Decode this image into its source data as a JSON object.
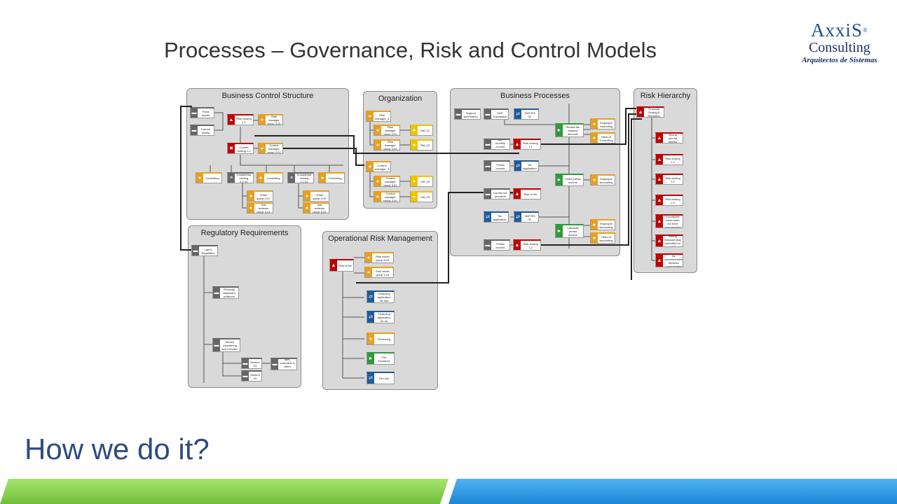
{
  "slide": {
    "title": "Processes – Governance, Risk and Control Models",
    "subheading": "How we do it?"
  },
  "logo": {
    "name": "AxxiS",
    "registered": "®",
    "line2": "Consulting",
    "tagline": "Arquitectos de Sistemas"
  },
  "colors": {
    "panel": "#d9d9d9",
    "risk": "#c00000",
    "role": "#e8a020",
    "org_unit": "#f2c200",
    "system": "#1f5c99",
    "function": "#2e9a3a",
    "object": "#666666",
    "title_text": "#333333",
    "subheading_text": "#2e4a80",
    "bar_left": "#7cc443",
    "bar_right": "#2a92dd"
  },
  "panels": {
    "business_control": {
      "title": "Business Control Structure",
      "nodes": [
        {
          "label": "Fixed assets",
          "color": "grey",
          "icon": "document-icon"
        },
        {
          "label": "Current assets",
          "color": "grey",
          "icon": "document-icon"
        },
        {
          "label": "Risk closing 1.1",
          "color": "red",
          "icon": "warning-icon"
        },
        {
          "label": "Risk manager group 3.01",
          "color": "orange",
          "icon": "person-icon"
        },
        {
          "label": "Control closing 1.1",
          "color": "red",
          "icon": "control-icon"
        },
        {
          "label": "Control manager group 3.01",
          "color": "orange",
          "icon": "person-icon"
        },
        {
          "label": "Controlling",
          "color": "orange",
          "icon": "person-icon"
        },
        {
          "label": "Testaktivitat closing 1.1.01",
          "color": "grey",
          "icon": "list-icon"
        },
        {
          "label": "Controlling",
          "color": "orange",
          "icon": "person-icon"
        },
        {
          "label": "Testaktivitat closing 1.1.02",
          "color": "grey",
          "icon": "list-icon"
        },
        {
          "label": "Controlling",
          "color": "orange",
          "icon": "person-icon"
        },
        {
          "label": "Tester group 3.01",
          "color": "orange",
          "icon": "person-icon"
        },
        {
          "label": "Test reviewer group 3.01",
          "color": "orange",
          "icon": "person-icon"
        },
        {
          "label": "Tester group 3.02",
          "color": "orange",
          "icon": "person-icon"
        },
        {
          "label": "Test reviewer group 3.02",
          "color": "orange",
          "icon": "person-icon"
        }
      ]
    },
    "organization": {
      "title": "Organization",
      "nodes": [
        {
          "label": "Risk manager_3",
          "color": "orange",
          "icon": "person-icon"
        },
        {
          "label": "Risk manager group 3.01",
          "color": "orange",
          "icon": "person-icon"
        },
        {
          "label": "RM_01",
          "color": "yellow",
          "icon": "person-icon"
        },
        {
          "label": "Risk manager group 3.02",
          "color": "orange",
          "icon": "person-icon"
        },
        {
          "label": "RM_02",
          "color": "yellow",
          "icon": "person-icon"
        },
        {
          "label": "Control manager_3",
          "color": "orange",
          "icon": "person-icon"
        },
        {
          "label": "Control manager group 3.01",
          "color": "orange",
          "icon": "person-icon"
        },
        {
          "label": "CM_03",
          "color": "yellow",
          "icon": "person-icon"
        },
        {
          "label": "Control manager group 3.02",
          "color": "orange",
          "icon": "person-icon"
        },
        {
          "label": "CM_04",
          "color": "yellow",
          "icon": "person-icon"
        }
      ]
    },
    "business_processes": {
      "title": "Business Processes",
      "nodes": [
        {
          "label": "Support information",
          "color": "grey",
          "icon": "document-icon"
        },
        {
          "label": "SAP Transaktion",
          "color": "grey",
          "icon": "document-icon"
        },
        {
          "label": "SAP R/3 GL",
          "color": "blue",
          "icon": "system-icon"
        },
        {
          "label": "Review the balance amounts",
          "color": "green",
          "icon": "function-icon"
        },
        {
          "label": "Employee controlling",
          "color": "orange",
          "icon": "person-icon"
        },
        {
          "label": "Head of Controlling",
          "color": "orange",
          "icon": "person-icon"
        },
        {
          "label": "SAP monthly income statement",
          "color": "grey",
          "icon": "document-icon"
        },
        {
          "label": "Risk closing 1.1",
          "color": "red",
          "icon": "warning-icon"
        },
        {
          "label": "Pretax income",
          "color": "grey",
          "icon": "document-icon"
        },
        {
          "label": "Tax application",
          "color": "blue",
          "icon": "system-icon"
        },
        {
          "label": "Insert pretax income",
          "color": "green",
          "icon": "function-icon"
        },
        {
          "label": "Employee accounting",
          "color": "orange",
          "icon": "person-icon"
        },
        {
          "label": "Income tax provision",
          "color": "grey",
          "icon": "document-icon"
        },
        {
          "label": "Risk of fire",
          "color": "red",
          "icon": "warning-icon"
        },
        {
          "label": "Tax application",
          "color": "blue",
          "icon": "system-icon"
        },
        {
          "label": "SAP R/3 GL",
          "color": "blue",
          "icon": "system-icon"
        },
        {
          "label": "Calculate pretax income",
          "color": "green",
          "icon": "function-icon"
        },
        {
          "label": "Employee accounting",
          "color": "orange",
          "icon": "person-icon"
        },
        {
          "label": "Head of accounting",
          "color": "orange",
          "icon": "person-icon"
        },
        {
          "label": "Pretax income",
          "color": "grey",
          "icon": "document-icon"
        },
        {
          "label": "Risk closing 1.2",
          "color": "red",
          "icon": "warning-icon"
        }
      ]
    },
    "risk_hierarchy": {
      "title": "Risk Hierarchy",
      "nodes": [
        {
          "label": "Financial Closing & Reporting",
          "color": "red",
          "icon": "warning-icon"
        },
        {
          "label": "Wrong journal entries",
          "color": "red",
          "icon": "warning-icon"
        },
        {
          "label": "Risk closing 1.1",
          "color": "red",
          "icon": "warning-icon"
        },
        {
          "label": "Risk closing 1.2",
          "color": "red",
          "icon": "warning-icon"
        },
        {
          "label": "Risk closing 1.3",
          "color": "red",
          "icon": "warning-icon"
        },
        {
          "label": "Incomplete loans have not been expropriated",
          "color": "red",
          "icon": "warning-icon"
        },
        {
          "label": "Wrong financial data submitted to ABR",
          "color": "red",
          "icon": "warning-icon"
        },
        {
          "label": "No communication between consolidated",
          "color": "red",
          "icon": "warning-icon"
        }
      ]
    },
    "regulatory": {
      "title": "Regulatory Requirements",
      "nodes": [
        {
          "label": "Law & Regulation",
          "color": "grey",
          "icon": "document-icon"
        },
        {
          "label": "Financial statement positions",
          "color": "grey",
          "icon": "document-icon"
        },
        {
          "label": "Act on Anti-Money Laundering and Counter-Terrorist",
          "color": "grey",
          "icon": "document-icon"
        },
        {
          "label": "Section 03",
          "color": "grey",
          "icon": "document-icon"
        },
        {
          "label": "AML execution a client research",
          "color": "grey",
          "icon": "document-icon"
        },
        {
          "label": "Section 04",
          "color": "grey",
          "icon": "document-icon"
        }
      ]
    },
    "operational_risk": {
      "title": "Operational Risk Management",
      "nodes": [
        {
          "label": "Risk of fire",
          "color": "red",
          "icon": "warning-icon"
        },
        {
          "label": "Risk owner group 3.01",
          "color": "orange",
          "icon": "person-icon"
        },
        {
          "label": "Risk owner group 3.01",
          "color": "orange",
          "icon": "person-icon"
        },
        {
          "label": "Financing application for risk",
          "color": "blue",
          "icon": "system-icon"
        },
        {
          "label": "Financing application for us",
          "color": "blue",
          "icon": "system-icon"
        },
        {
          "label": "Producing",
          "color": "orange",
          "icon": "person-icon"
        },
        {
          "label": "Fire insurance",
          "color": "green",
          "icon": "function-icon"
        },
        {
          "label": "Fire risk",
          "color": "blue",
          "icon": "system-icon"
        }
      ]
    }
  }
}
